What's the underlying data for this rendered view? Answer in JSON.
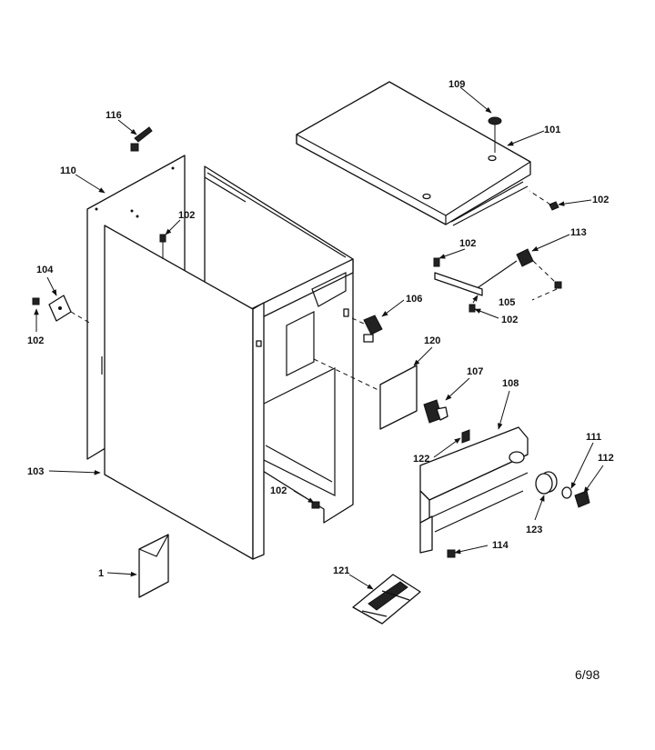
{
  "labels": {
    "p1": "1",
    "p101": "101",
    "p102a": "102",
    "p102b": "102",
    "p102c": "102",
    "p102d": "102",
    "p102e": "102",
    "p102f": "102",
    "p103": "103",
    "p104": "104",
    "p105": "105",
    "p106": "106",
    "p107": "107",
    "p108": "108",
    "p109": "109",
    "p110": "110",
    "p111": "111",
    "p112": "112",
    "p113": "113",
    "p114": "114",
    "p116": "116",
    "p120": "120",
    "p121": "121",
    "p122": "122",
    "p123": "123"
  },
  "footer": {
    "date": "6/98"
  }
}
